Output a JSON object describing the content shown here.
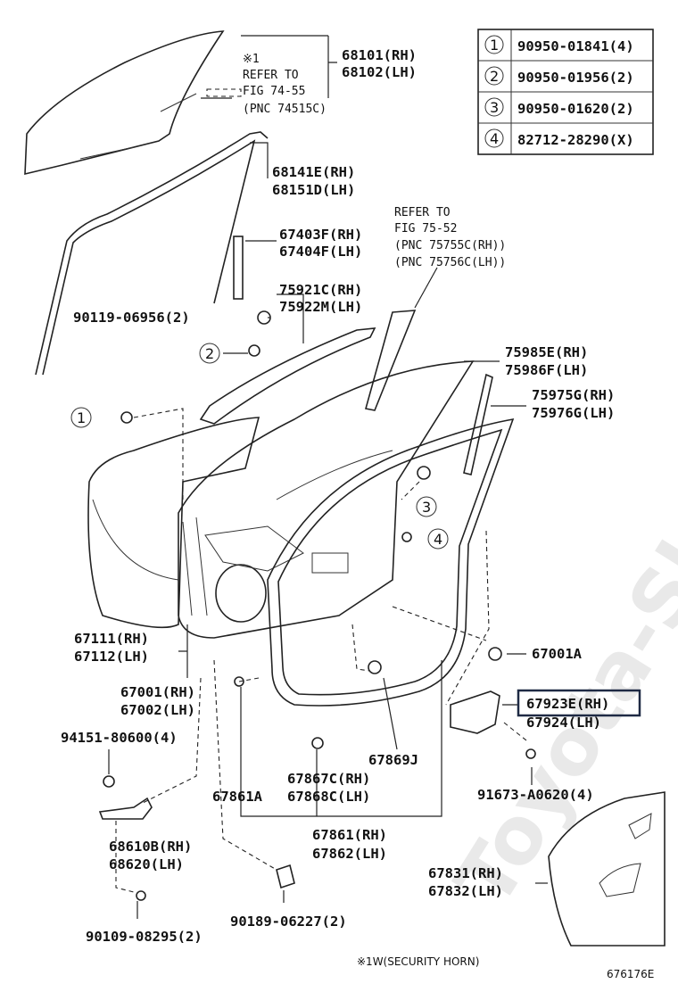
{
  "watermark": "Toyota-Shop-Online.ru",
  "legend": [
    {
      "num": "①",
      "part": "90950-01841(4)"
    },
    {
      "num": "②",
      "part": "90950-01956(2)"
    },
    {
      "num": "③",
      "part": "90950-01620(2)"
    },
    {
      "num": "④",
      "part": "82712-28290(X)"
    }
  ],
  "refer1": {
    "mark": "※1",
    "line1": "REFER TO",
    "line2": "FIG 74-55",
    "line3": "(PNC 74515C)"
  },
  "refer2": {
    "line1": "REFER TO",
    "line2": "FIG 75-52",
    "line3": "(PNC 75755C(RH))",
    "line4": "(PNC 75756C(LH))"
  },
  "labels": {
    "p68101": "68101(RH)",
    "p68102": "68102(LH)",
    "p68141": "68141E(RH)",
    "p68151": "68151D(LH)",
    "p67403": "67403F(RH)",
    "p67404": "67404F(LH)",
    "p75921": "75921C(RH)",
    "p75922": "75922M(LH)",
    "p90119": "90119-06956(2)",
    "p75985": "75985E(RH)",
    "p75986": "75986F(LH)",
    "p75975": "75975G(RH)",
    "p75976": "75976G(LH)",
    "p67111": "67111(RH)",
    "p67112": "67112(LH)",
    "p67001": "67001(RH)",
    "p67002": "67002(LH)",
    "p67001a": "67001A",
    "p67923": "67923E(RH)",
    "p67924": "67924(LH)",
    "p94151": "94151-80600(4)",
    "p67869": "67869J",
    "p67867": "67867C(RH)",
    "p67868": "67868C(LH)",
    "p67861a": "67861A",
    "p91673": "91673-A0620(4)",
    "p68610": "68610B(RH)",
    "p68620": "68620(LH)",
    "p67861": "67861(RH)",
    "p67862": "67862(LH)",
    "p67831": "67831(RH)",
    "p67832": "67832(LH)",
    "p90109": "90109-08295(2)",
    "p90189": "90189-06227(2)"
  },
  "callouts": {
    "c1": "1",
    "c2": "2",
    "c3": "3",
    "c4": "4"
  },
  "footnote": "※1W(SECURITY HORN)",
  "figure_id": "676176E",
  "highlight_color": "#1f2a44"
}
